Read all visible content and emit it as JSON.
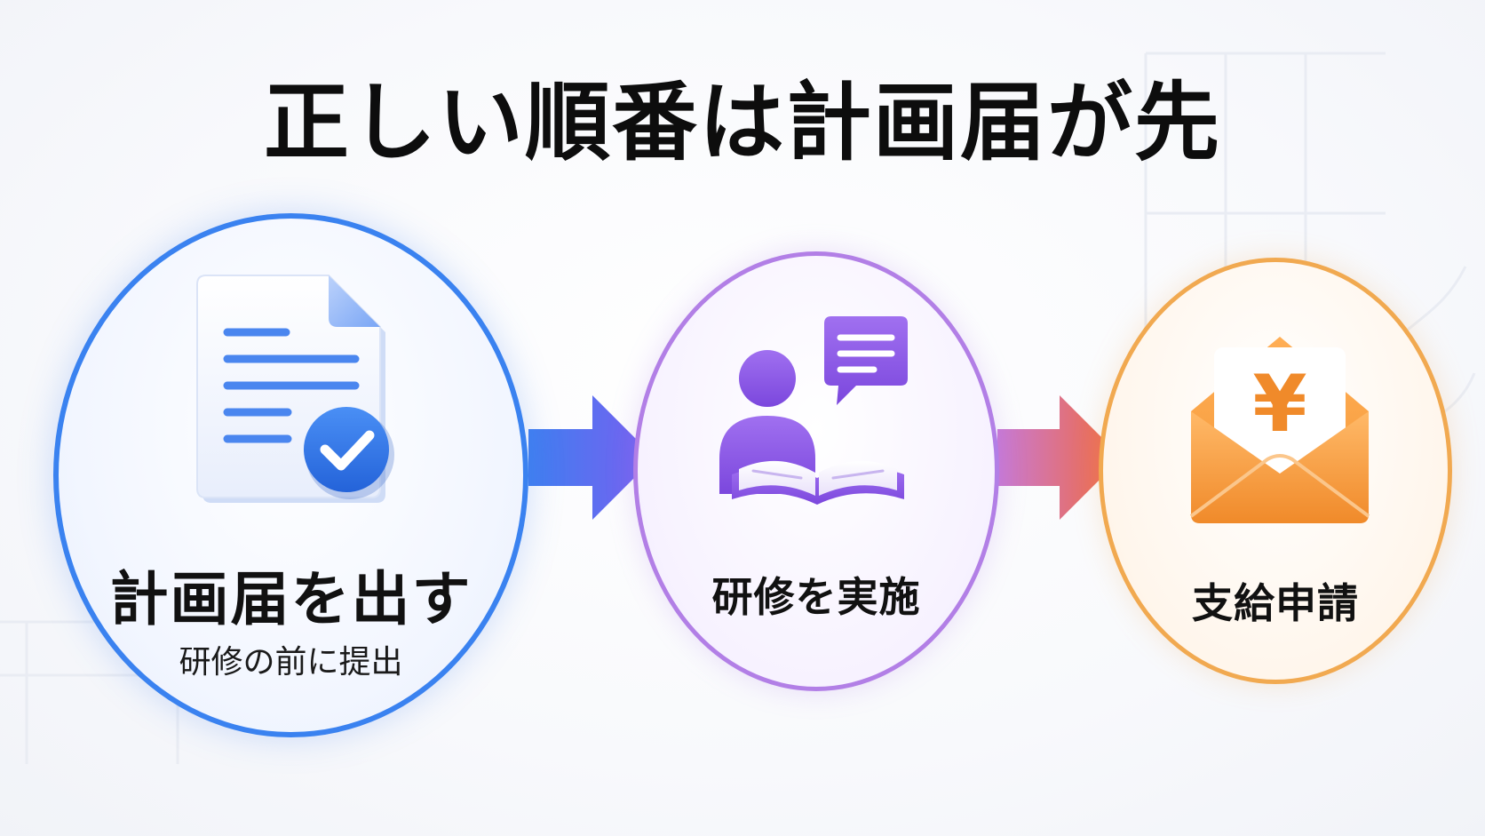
{
  "title": "正しい順番は計画届が先",
  "steps": [
    {
      "label": "計画届を出す",
      "sub": "研修の前に提出",
      "icon": "document-check-icon",
      "color": "#3a82f0"
    },
    {
      "label": "研修を実施",
      "icon": "training-person-book-icon",
      "color": "#b27fe6"
    },
    {
      "label": "支給申請",
      "icon": "yen-envelope-icon",
      "color": "#f1a950"
    }
  ],
  "connector_icon": "arrow-right-icon",
  "currency_symbol": "¥"
}
